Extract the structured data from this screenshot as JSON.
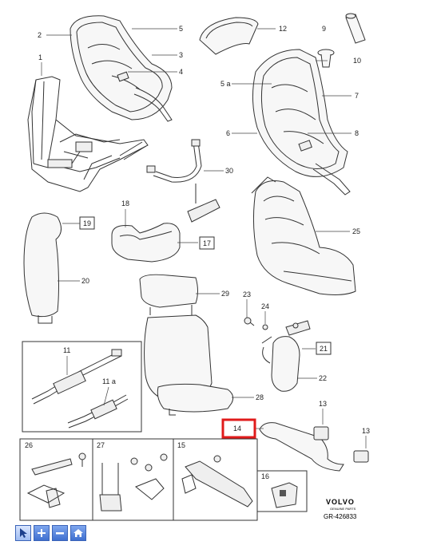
{
  "labels": {
    "l1": "1",
    "l2": "2",
    "l3": "3",
    "l4": "4",
    "l5": "5",
    "l5a": "5 a",
    "l6": "6",
    "l7": "7",
    "l8": "8",
    "l9": "9",
    "l10": "10",
    "l11": "11",
    "l11a": "11 a",
    "l12": "12",
    "l13a": "13",
    "l13b": "13",
    "l14": "14",
    "l15": "15",
    "l16": "16",
    "l17": "17",
    "l18": "18",
    "l19": "19",
    "l20": "20",
    "l21": "21",
    "l22": "22",
    "l23": "23",
    "l24": "24",
    "l25": "25",
    "l26": "26",
    "l27": "27",
    "l28": "28",
    "l29": "29",
    "l30": "30"
  },
  "brand": {
    "name": "VOLVO",
    "sub": "GENUINE PARTS",
    "ref": "GR-426833"
  },
  "highlight": {
    "label": "14",
    "color": "#e01b1b"
  },
  "toolbar": {
    "select_icon": "pointer-icon",
    "zoom_in_icon": "plus-icon",
    "zoom_out_icon": "minus-icon",
    "home_icon": "home-icon"
  }
}
